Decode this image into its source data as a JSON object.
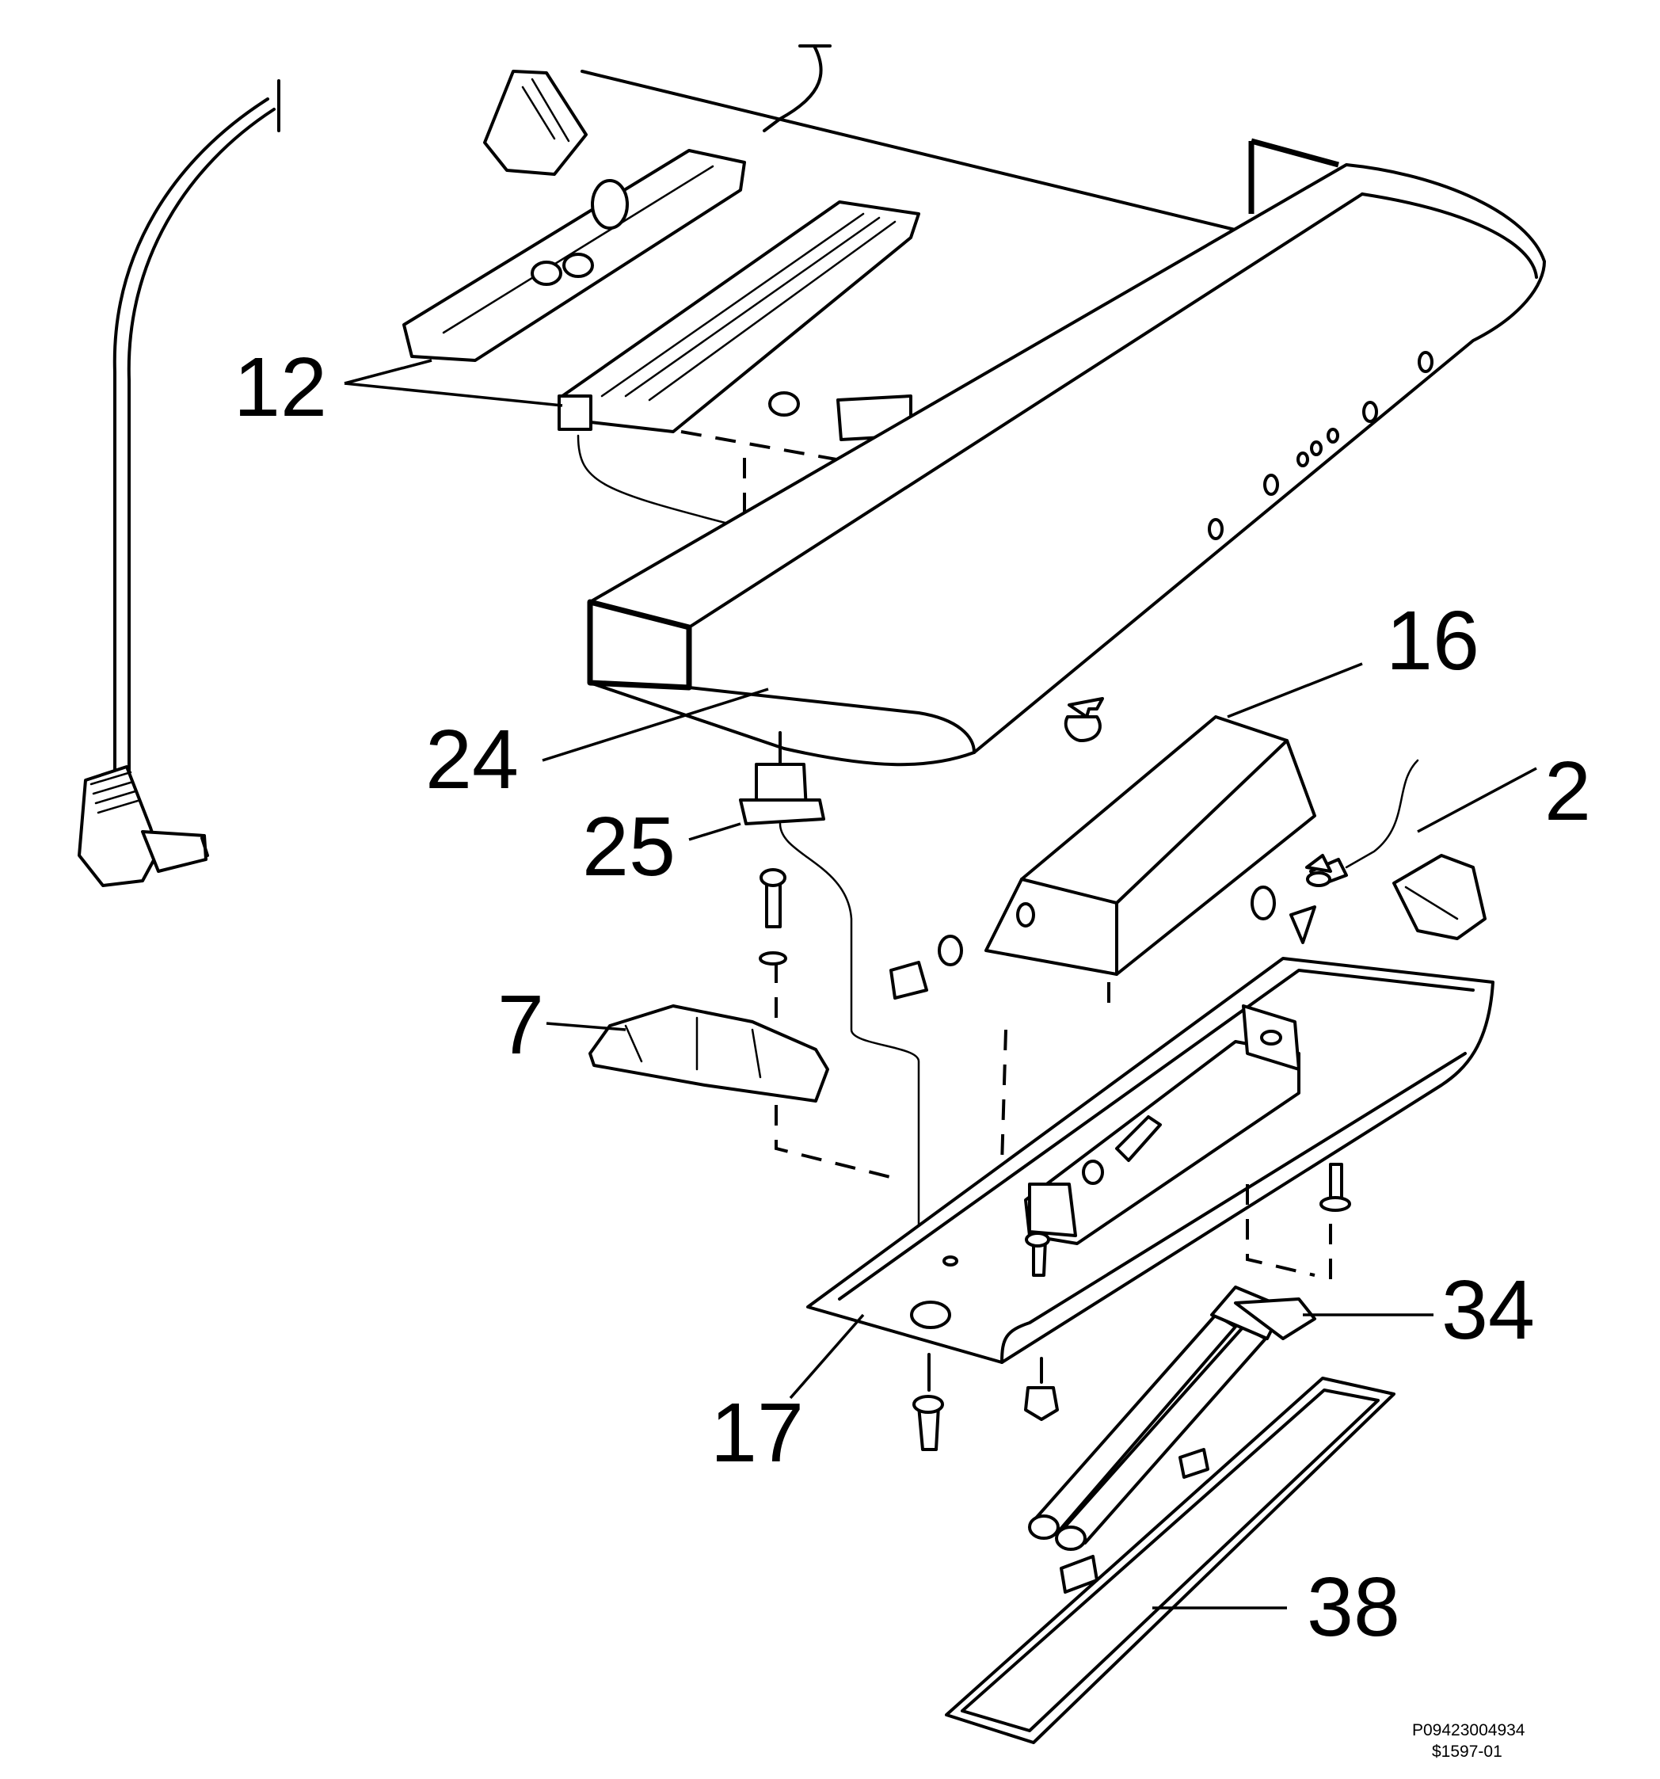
{
  "diagram": {
    "callouts": [
      {
        "id": "12",
        "label": "12"
      },
      {
        "id": "24",
        "label": "24"
      },
      {
        "id": "25",
        "label": "25"
      },
      {
        "id": "7",
        "label": "7"
      },
      {
        "id": "16",
        "label": "16"
      },
      {
        "id": "2",
        "label": "2"
      },
      {
        "id": "17",
        "label": "17"
      },
      {
        "id": "34",
        "label": "34"
      },
      {
        "id": "38",
        "label": "38"
      }
    ],
    "reference_code": "P09423004934",
    "drawing_number": "$1597-01"
  }
}
